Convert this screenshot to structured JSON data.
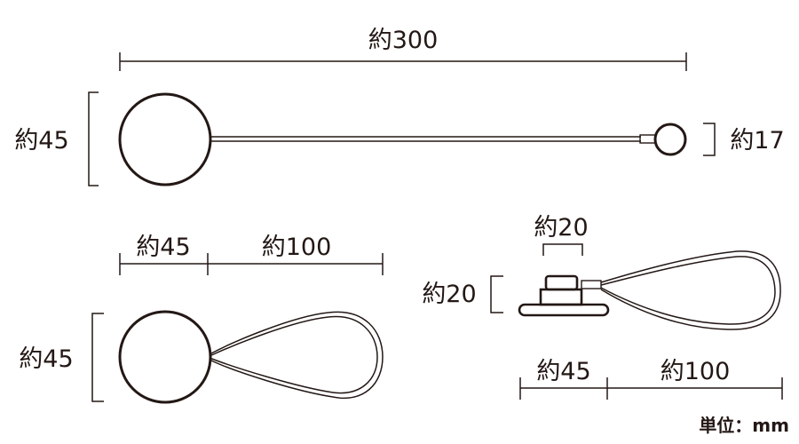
{
  "labels": {
    "top_width": "約300",
    "top_left_height": "約45",
    "top_right_height": "約17",
    "bl_ball_width": "約45",
    "bl_loop_width": "約100",
    "bl_height": "約45",
    "br_cap_width": "約20",
    "br_height": "約20",
    "br_base_width": "約45",
    "br_loop_width": "約100",
    "unit": "単位：mm"
  },
  "colors": {
    "line": "#231815",
    "background": "#ffffff"
  }
}
